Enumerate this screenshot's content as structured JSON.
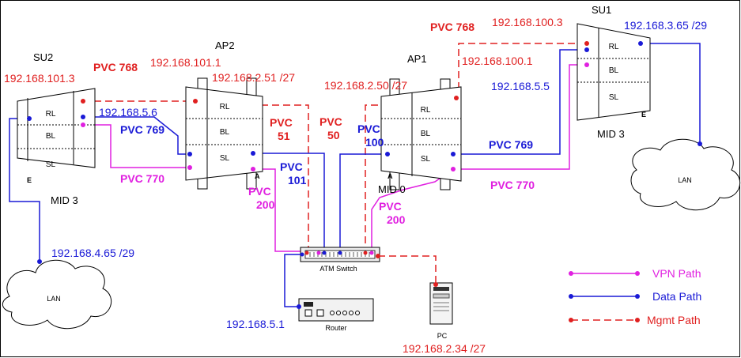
{
  "colors": {
    "vpn": "#e020e0",
    "data": "#1a1ad6",
    "mgmt": "#e02020"
  },
  "su2": {
    "name": "SU2",
    "ip": "192.168.101.3",
    "pvc_mgmt": "PVC 768",
    "data_ip": "192.168.5.6",
    "pvc_data": "PVC 769",
    "pvc_vpn": "PVC 770",
    "cells": [
      "RL",
      "BL",
      "SL"
    ],
    "port": "E",
    "mid": "MID 3"
  },
  "ap2": {
    "name": "AP2",
    "ip1": "192.168.101.1",
    "ip2": "192.168.2.51 /27",
    "cells": [
      "RL",
      "BL",
      "SL"
    ],
    "port": "A",
    "pvc_mgmt": "PVC 51",
    "pvc_data": "PVC 101",
    "pvc_vpn": "PVC 200"
  },
  "ap1": {
    "name": "AP1",
    "ip": "192.168.2.50 /27",
    "cells": [
      "RL",
      "BL",
      "SL"
    ],
    "port": "A",
    "mid": "MID 0",
    "pvc_mgmt": "PVC 50",
    "pvc_data": "PVC 100",
    "pvc_vpn": "PVC 200",
    "pvc_data_out": "PVC 769",
    "pvc_vpn_out": "PVC 770"
  },
  "su1": {
    "name": "SU1",
    "ip_mgmt": "192.168.100.3",
    "pvc_mgmt": "PVC 768",
    "ip_mgmt2": "192.168.100.1",
    "lan_ip": "192.168.3.65 /29",
    "data_ip": "192.168.5.5",
    "cells": [
      "RL",
      "BL",
      "SL"
    ],
    "port": "E",
    "mid": "MID 3"
  },
  "lan_left": {
    "label": "LAN",
    "ip": "192.168.4.65 /29"
  },
  "lan_right": {
    "label": "LAN"
  },
  "atm": {
    "label": "ATM Switch"
  },
  "router": {
    "label": "Router",
    "ip": "192.168.5.1"
  },
  "pc": {
    "label": "PC",
    "ip": "192.168.2.34 /27"
  },
  "legend": {
    "vpn": "VPN Path",
    "data": "Data Path",
    "mgmt": "Mgmt Path"
  }
}
